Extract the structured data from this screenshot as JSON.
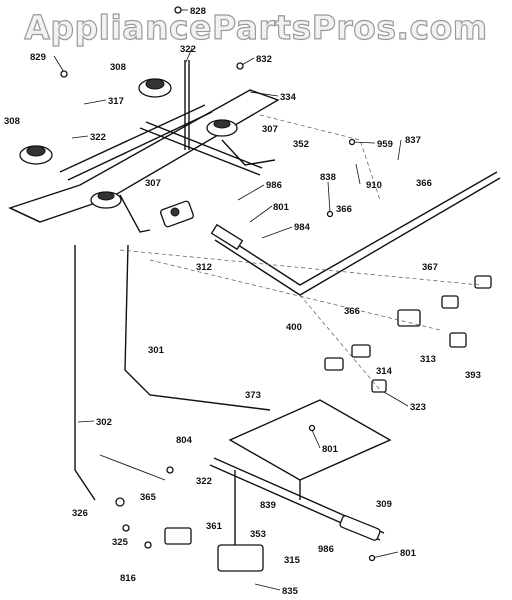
{
  "watermark": "AppliancePartsPros.com",
  "callouts": [
    "828",
    "829",
    "322",
    "832",
    "308",
    "317",
    "334",
    "308",
    "322",
    "307",
    "959",
    "837",
    "352",
    "910",
    "838",
    "366",
    "986",
    "307",
    "801",
    "366",
    "984",
    "312",
    "367",
    "366",
    "400",
    "313",
    "301",
    "314",
    "393",
    "323",
    "373",
    "302",
    "804",
    "801",
    "322",
    "839",
    "309",
    "326",
    "365",
    "353",
    "361",
    "325",
    "986",
    "801",
    "315",
    "816",
    "835"
  ]
}
